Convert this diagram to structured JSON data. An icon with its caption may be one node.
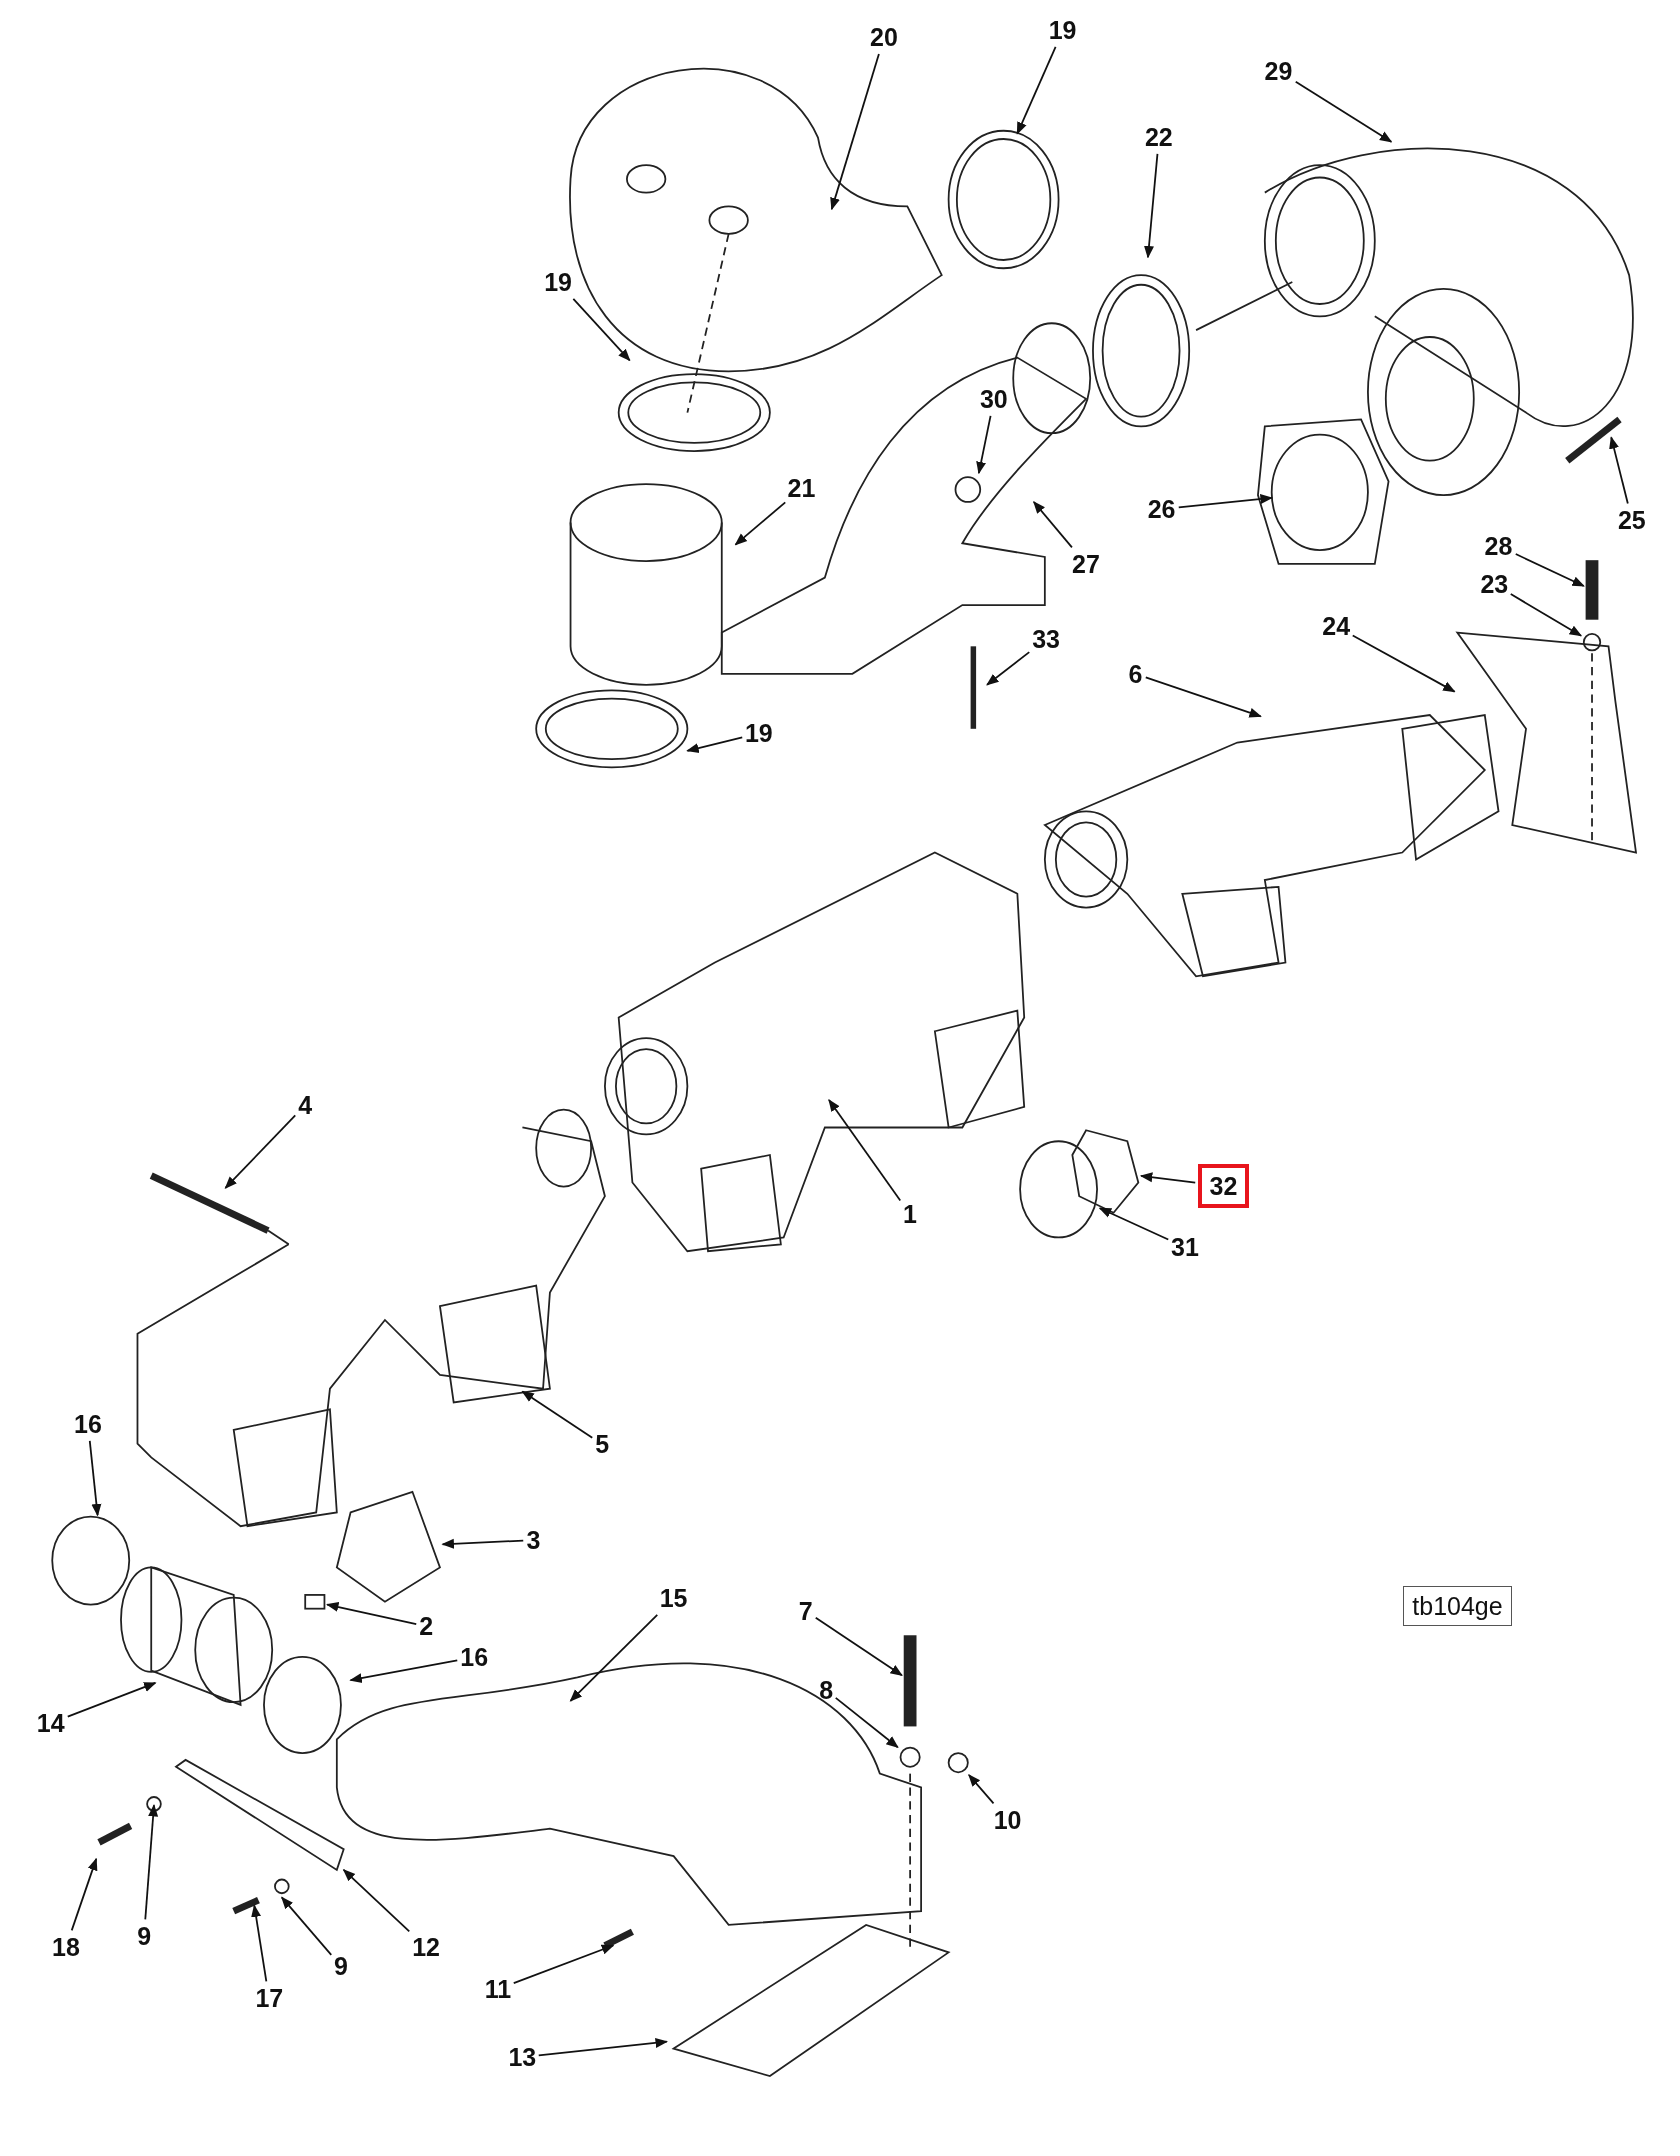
{
  "diagram": {
    "nodes": [
      {
        "text": [
          "19"
        ]
      },
      {
        "text": [
          "20"
        ]
      },
      {
        "text": [
          "29"
        ]
      },
      {
        "text": [
          "22"
        ]
      },
      {
        "text": [
          "19"
        ]
      },
      {
        "text": [
          "30"
        ]
      },
      {
        "text": [
          "21"
        ]
      },
      {
        "text": [
          "26"
        ]
      },
      {
        "text": [
          "25"
        ]
      },
      {
        "text": [
          "28"
        ]
      },
      {
        "text": [
          "27"
        ]
      },
      {
        "text": [
          "23"
        ]
      },
      {
        "text": [
          "24"
        ]
      },
      {
        "text": [
          "33"
        ]
      },
      {
        "text": [
          "6"
        ]
      },
      {
        "text": [
          "19"
        ]
      },
      {
        "text": [
          "4"
        ]
      },
      {
        "text": [
          "32"
        ]
      },
      {
        "text": [
          "1"
        ]
      },
      {
        "text": [
          "31"
        ]
      },
      {
        "text": [
          "16"
        ]
      },
      {
        "text": [
          "5"
        ]
      },
      {
        "text": [
          "3"
        ]
      },
      {
        "text": [
          "15"
        ]
      },
      {
        "text": [
          "tb104ge"
        ]
      },
      {
        "text": [
          "7"
        ]
      },
      {
        "text": [
          "2"
        ]
      },
      {
        "text": [
          "16"
        ]
      },
      {
        "text": [
          "8"
        ]
      },
      {
        "text": [
          "14"
        ]
      },
      {
        "text": [
          "10"
        ]
      },
      {
        "text": [
          "9"
        ]
      },
      {
        "text": [
          "18"
        ]
      },
      {
        "text": [
          "12"
        ]
      },
      {
        "text": [
          "9"
        ]
      },
      {
        "text": [
          "11"
        ]
      },
      {
        "text": [
          "17"
        ]
      },
      {
        "text": [
          "13"
        ]
      },
      {
        "text": [],
        "shape": "box"
      },
      {
        "text": [],
        "shape": "picture"
      },
      {
        "text": [],
        "shape": "picture"
      },
      {
        "text": [],
        "shape": "picture"
      },
      {
        "text": [],
        "shape": "box"
      },
      {
        "text": [],
        "shape": "circle"
      },
      {
        "text": [],
        "shape": "circle"
      },
      {
        "text": [],
        "shape": "box"
      },
      {
        "text": [],
        "shape": "circle"
      },
      {
        "text": [],
        "shape": "circle"
      }
    ],
    "edges": [
      {
        "from": 0,
        "to": null,
        "arrow": "to"
      },
      {
        "from": 1,
        "to": null,
        "arrow": "to"
      },
      {
        "from": 2,
        "to": null,
        "arrow": "to"
      },
      {
        "from": 3,
        "to": null,
        "arrow": "to"
      },
      {
        "from": 4,
        "to": null,
        "arrow": "to"
      },
      {
        "from": 5,
        "to": null,
        "arrow": "to"
      },
      {
        "from": 6,
        "to": null,
        "arrow": "to"
      },
      {
        "from": 7,
        "to": null,
        "arrow": "to"
      },
      {
        "from": 8,
        "to": null,
        "arrow": "to"
      },
      {
        "from": 9,
        "to": 38,
        "arrow": "to"
      },
      {
        "from": 10,
        "to": null,
        "arrow": "to"
      },
      {
        "from": 11,
        "to": 43,
        "arrow": "to"
      },
      {
        "from": 12,
        "to": 39,
        "arrow": "to"
      },
      {
        "from": 13,
        "to": null,
        "arrow": "to"
      },
      {
        "from": 14,
        "to": null,
        "arrow": "to"
      },
      {
        "from": 15,
        "to": null,
        "arrow": "to"
      },
      {
        "from": 16,
        "to": null,
        "arrow": "to"
      },
      {
        "from": 17,
        "to": 40,
        "arrow": "to"
      },
      {
        "from": 18,
        "to": null,
        "arrow": "to"
      },
      {
        "from": 19,
        "to": 44,
        "arrow": "to"
      },
      {
        "from": 20,
        "to": null,
        "arrow": "to"
      },
      {
        "from": 21,
        "to": null,
        "arrow": "to"
      },
      {
        "from": 22,
        "to": 41,
        "arrow": "to"
      },
      {
        "from": 23,
        "to": null,
        "arrow": "to"
      },
      {
        "from": 25,
        "to": 42,
        "arrow": "to"
      },
      {
        "from": 26,
        "to": 45,
        "arrow": "to"
      },
      {
        "from": 27,
        "to": null,
        "arrow": "to"
      },
      {
        "from": 28,
        "to": 46,
        "arrow": "to"
      },
      {
        "from": 29,
        "to": null,
        "arrow": "to"
      },
      {
        "from": 30,
        "to": 47,
        "arrow": "to"
      },
      {
        "from": 31,
        "to": null,
        "arrow": "to"
      },
      {
        "from": 32,
        "to": null,
        "arrow": "to"
      },
      {
        "from": 33,
        "to": null,
        "arrow": "to"
      },
      {
        "from": 34,
        "to": null,
        "arrow": "to"
      },
      {
        "from": 35,
        "to": null,
        "arrow": "to"
      },
      {
        "from": 36,
        "to": null,
        "arrow": "to"
      },
      {
        "from": 37,
        "to": null,
        "arrow": "to"
      }
    ]
  }
}
